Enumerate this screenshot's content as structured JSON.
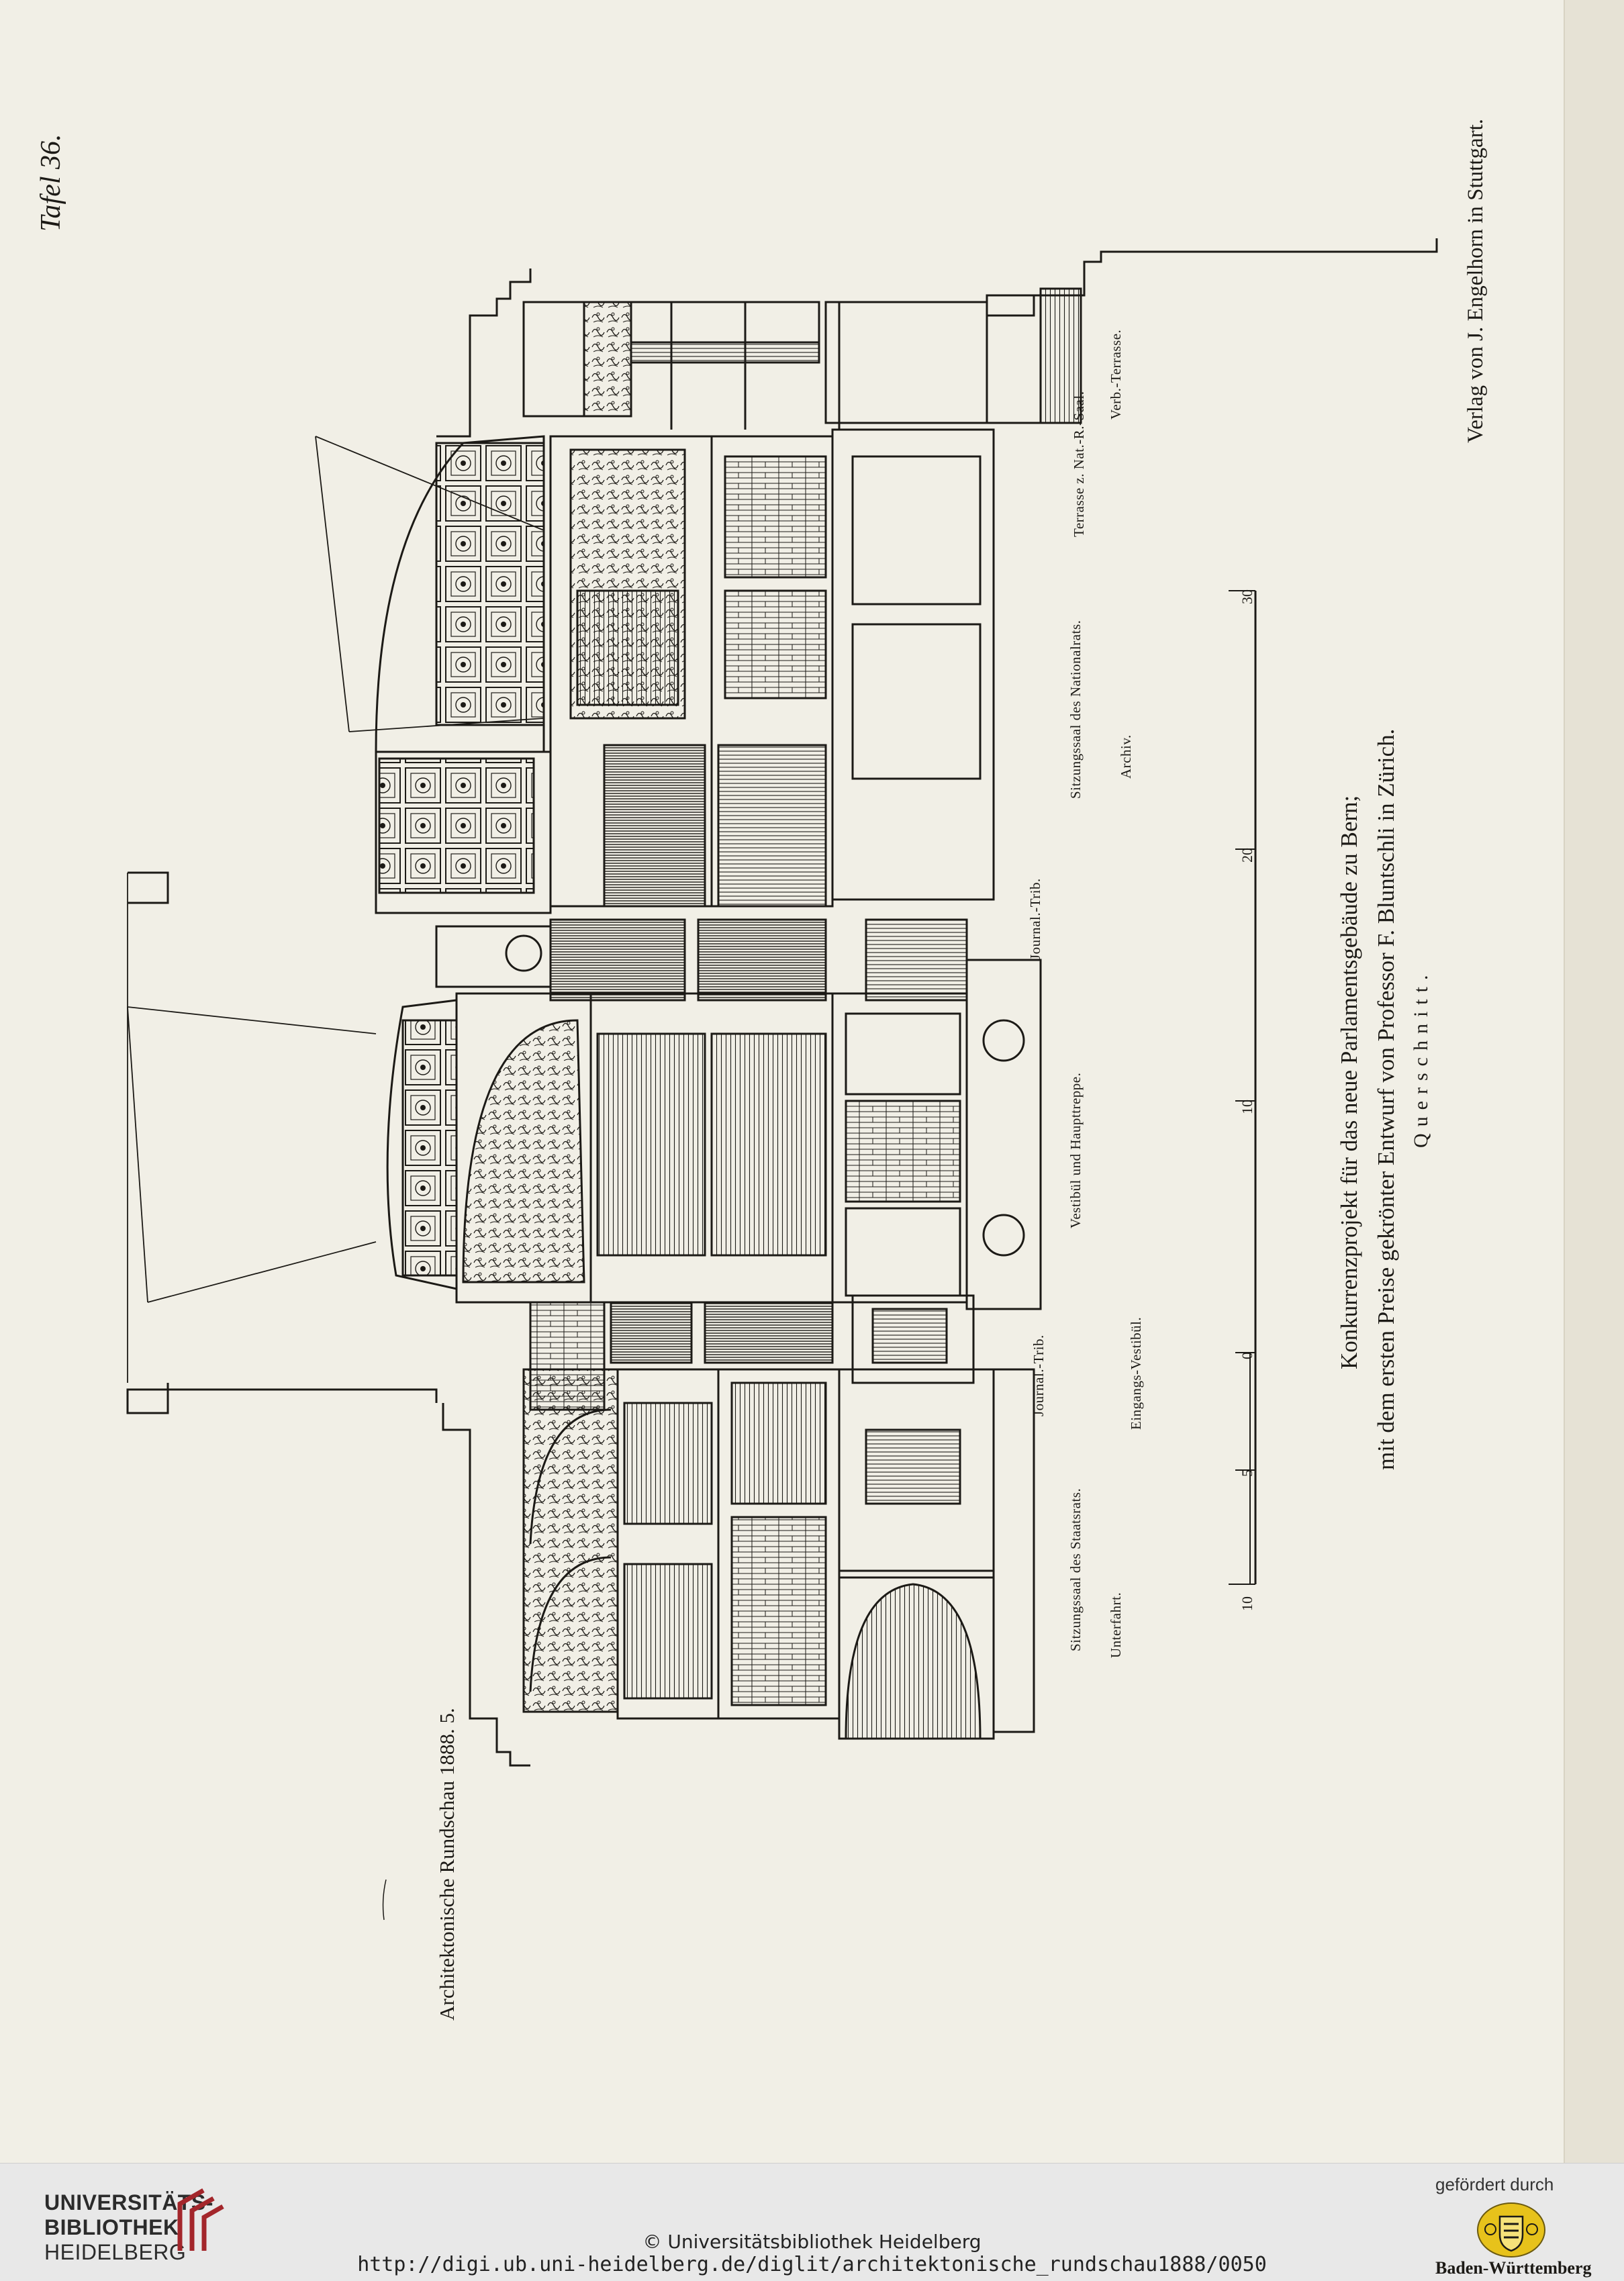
{
  "plate": {
    "number_label": "Tafel 36.",
    "journal": "Architektonische Rundschau 1888. 5.",
    "publisher": "Verlag von J. Engelhorn in Stuttgart.",
    "caption_line1": "Konkurrenzprojekt für das neue Parlamentsgebäude zu Bern;",
    "caption_line2": "mit dem ersten Preise gekrönter Entwurf von Professor F. Bluntschli in Zürich.",
    "caption_line3": "Querschnitt."
  },
  "room_labels": {
    "unterfahrt": "Unterfahrt.",
    "sitzungssaal_staatsrats": "Sitzungssaal des Staatsrats.",
    "eingangs_vestibul": "Eingangs-Vestibül.",
    "journal_trib_left": "Journal.-Trib.",
    "vestibul_haupttreppe": "Vestibül und Haupttreppe.",
    "journal_trib_right": "Journal.-Trib.",
    "sitzungssaal_nationalrats": "Sitzungssaal des Nationalrats.",
    "archiv": "Archiv.",
    "terrasse_nat_r_saal": "Terrasse z. Nat.-R.-Saal.",
    "verb_terrasse": "Verb.-Terrasse."
  },
  "scale_bar": {
    "tick_labels": [
      "10",
      "5",
      "0",
      "10",
      "20",
      "30"
    ]
  },
  "footer": {
    "library_line1": "UNIVERSITÄTS-",
    "library_line2": "BIBLIOTHEK",
    "library_line3": "HEIDELBERG",
    "copyright": "© Universitätsbibliothek Heidelberg",
    "url": "http://digi.ub.uni-heidelberg.de/diglit/architektonische_rundschau1888/0050",
    "sponsor_label": "gefördert durch",
    "sponsor_name": "Baden-Württemberg"
  },
  "colors": {
    "paper": "#f1efe6",
    "ink": "#1c1a16",
    "library_red": "#a3262b",
    "footer_bg": "#e8e8e8",
    "seal_gold": "#e7c21b"
  }
}
